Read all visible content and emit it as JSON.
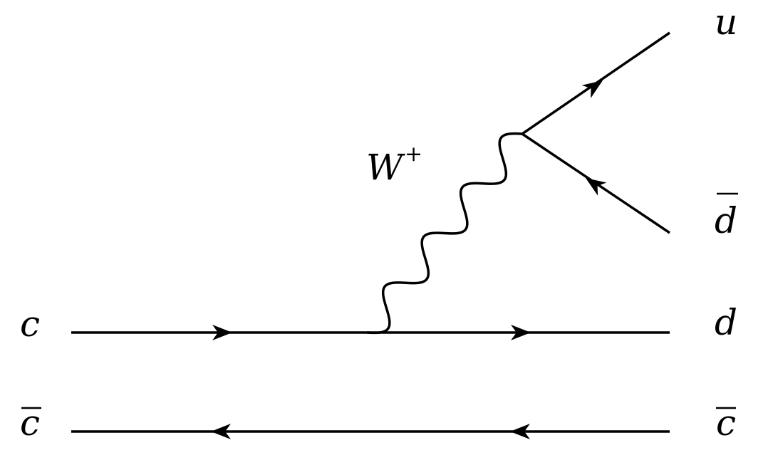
{
  "diagram": {
    "labels": {
      "c_in": "c",
      "cbar_in": "c",
      "d_out": "d",
      "cbar_out": "c",
      "u_out": "u",
      "dbar_out": "d",
      "w_boson": "W",
      "w_charge": "+"
    },
    "overbar_on": [
      "cbar_in",
      "cbar_out",
      "dbar_out"
    ],
    "colors": {
      "line": "#000000",
      "background": "#ffffff"
    }
  }
}
